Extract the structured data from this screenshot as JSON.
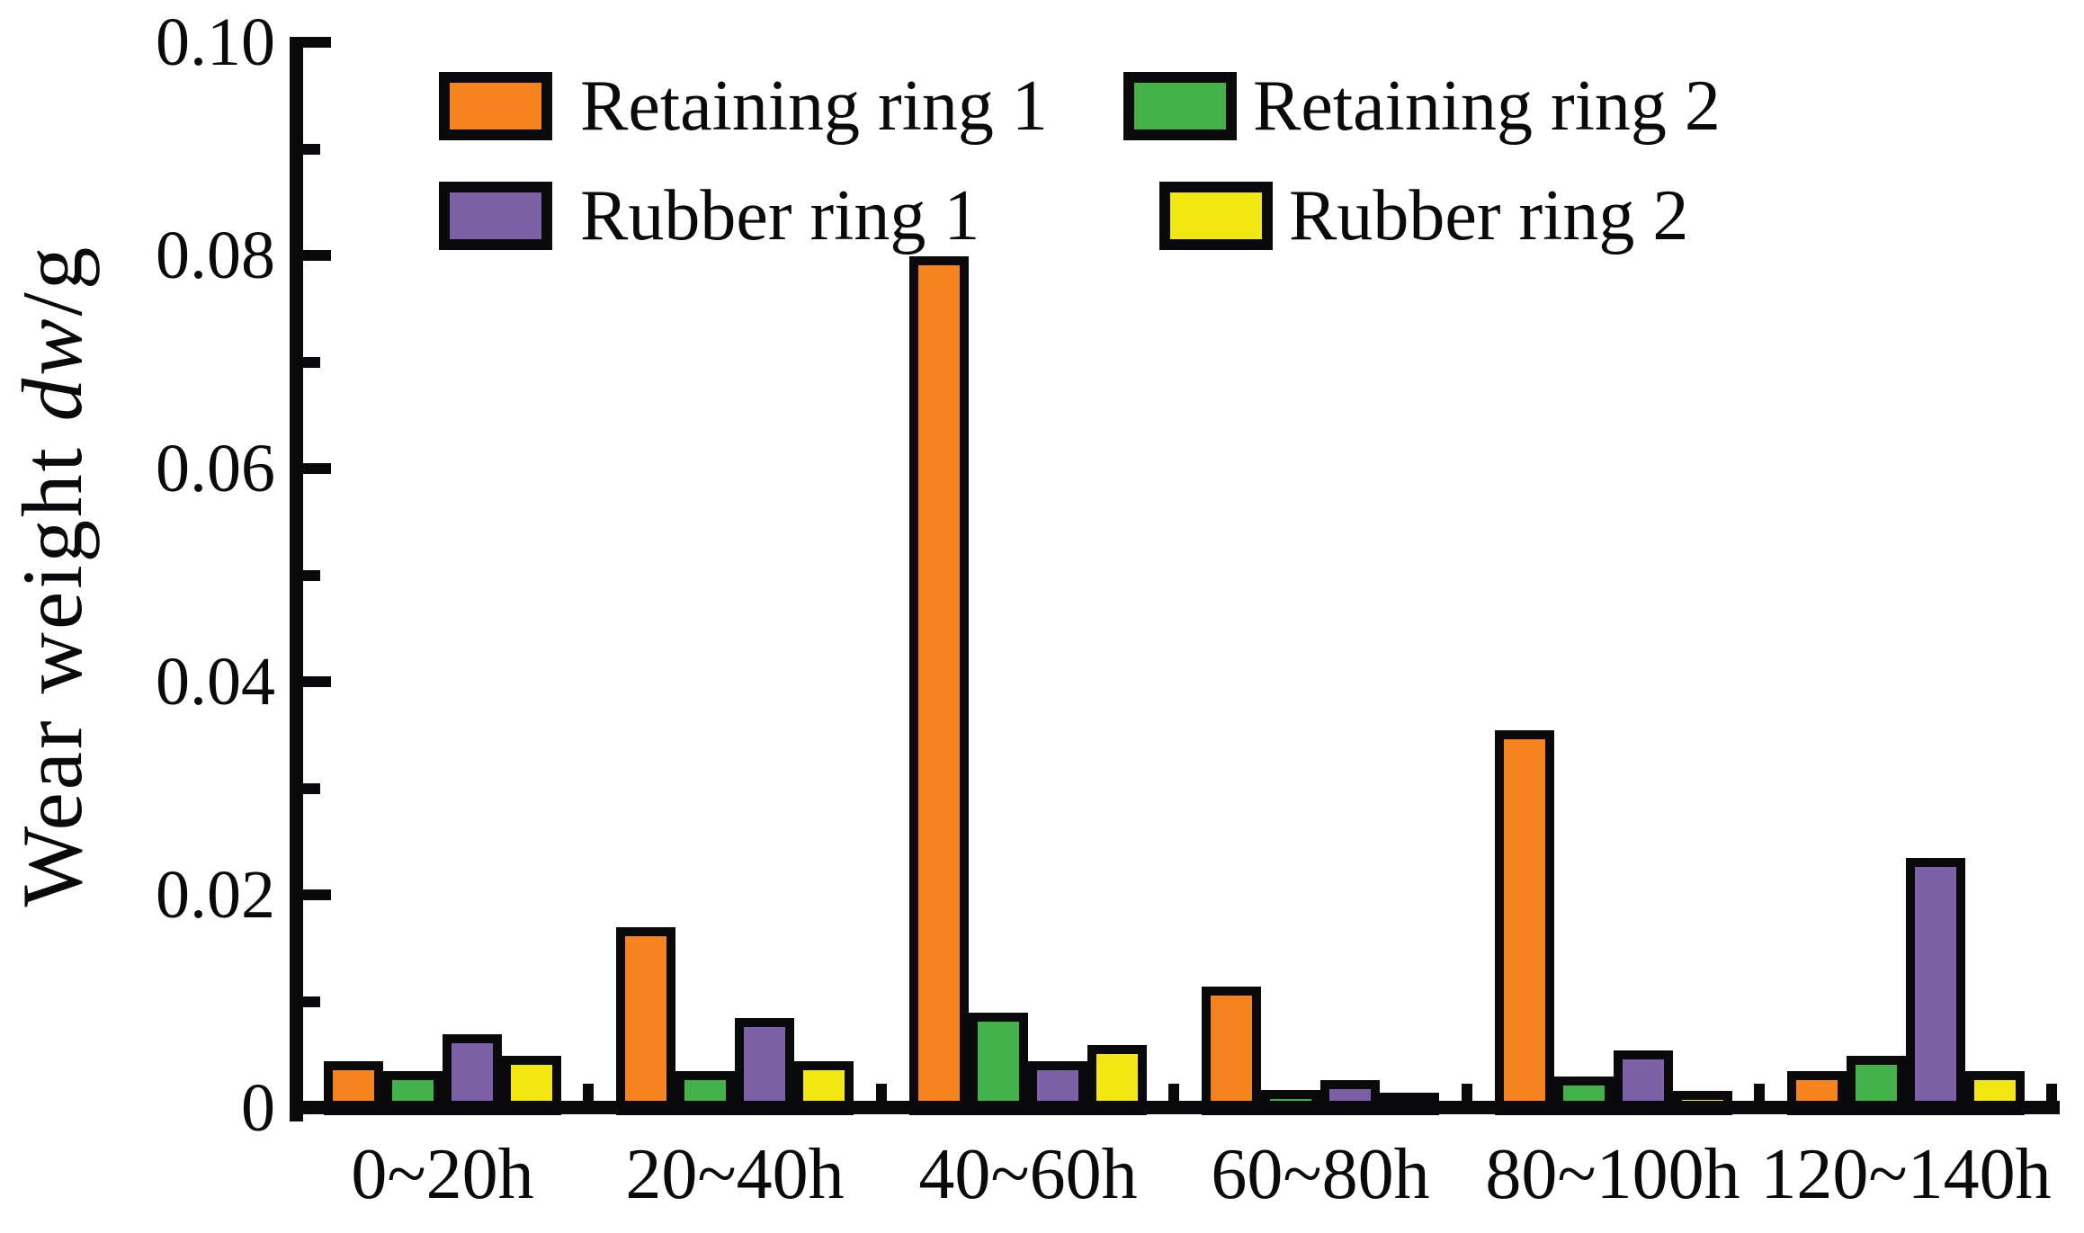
{
  "chart_data": {
    "type": "bar",
    "title": "",
    "categories": [
      "0~20h",
      "20~40h",
      "40~60h",
      "60~80h",
      "80~100h",
      "120~140h"
    ],
    "series": [
      {
        "name": "Retaining ring 1",
        "color": "#F5841F",
        "values": [
          0.004,
          0.0165,
          0.0795,
          0.011,
          0.035,
          0.003
        ]
      },
      {
        "name": "Retaining ring 2",
        "color": "#43B24B",
        "values": [
          0.003,
          0.003,
          0.0085,
          0.0013,
          0.0025,
          0.0045
        ]
      },
      {
        "name": "Rubber ring 1",
        "color": "#7D61A6",
        "values": [
          0.0065,
          0.008,
          0.004,
          0.0022,
          0.005,
          0.023
        ]
      },
      {
        "name": "Rubber ring 2",
        "color": "#F2E712",
        "values": [
          0.0045,
          0.004,
          0.0055,
          0.001,
          0.0012,
          0.003
        ]
      }
    ],
    "ylabel_prefix": "Wear weight ",
    "ylabel_italic": "dw",
    "ylabel_suffix": "/g",
    "xlabel": "",
    "ylim": [
      0,
      0.1
    ],
    "y_tick_labels": [
      "0",
      "0.02",
      "0.04",
      "0.06",
      "0.08",
      "0.10"
    ],
    "y_major_ticks": [
      0,
      0.02,
      0.04,
      0.06,
      0.08,
      0.1
    ],
    "y_minor_ticks": [
      0.01,
      0.03,
      0.05,
      0.07,
      0.09
    ],
    "grid": false,
    "legend_position": "top-left-inside",
    "axis_color": "#0a0a0c",
    "background_color": "#ffffff"
  }
}
